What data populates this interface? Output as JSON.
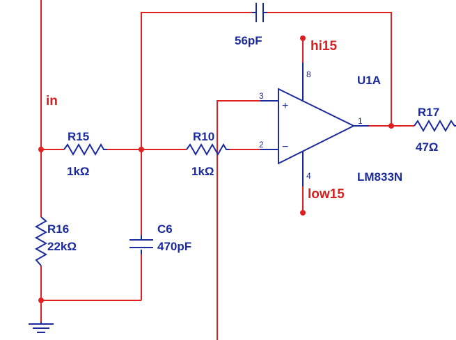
{
  "colors": {
    "wire": "#e02020",
    "component": "#1a2a9c",
    "junction": "#e02020",
    "label_text": "#1a2a9c",
    "net_text": "#d42020",
    "background": "#ffffff"
  },
  "nets": {
    "input": "in",
    "positive_supply": "hi15",
    "negative_supply": "low15"
  },
  "components": {
    "feedback_cap": {
      "value": "56pF"
    },
    "r15": {
      "ref": "R15",
      "value": "1kΩ"
    },
    "r10": {
      "ref": "R10",
      "value": "1kΩ"
    },
    "r16": {
      "ref": "R16",
      "value": "22kΩ"
    },
    "c6": {
      "ref": "C6",
      "value": "470pF"
    },
    "r17": {
      "ref": "R17",
      "value": "47Ω"
    },
    "opamp": {
      "ref": "U1A",
      "part": "LM833N",
      "pin_noninverting": "3",
      "pin_inverting": "2",
      "pin_output": "1",
      "pin_vplus": "8",
      "pin_vminus": "4",
      "plus_sign": "+",
      "minus_sign": "−"
    }
  }
}
